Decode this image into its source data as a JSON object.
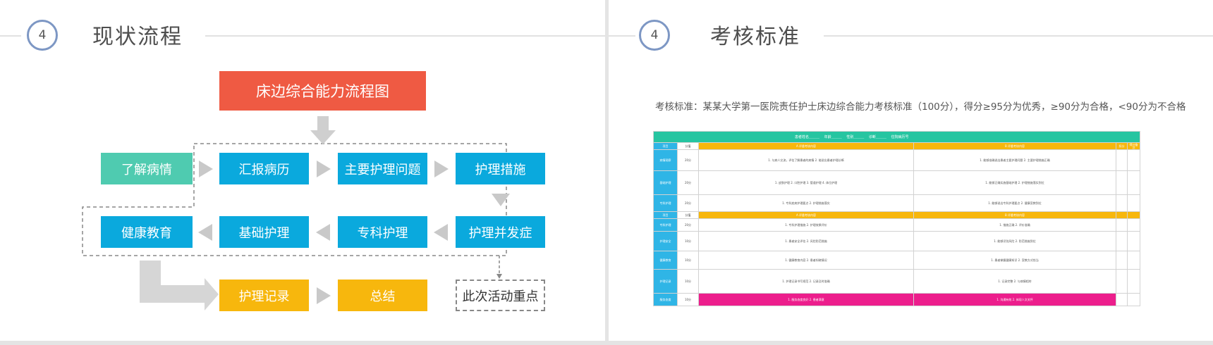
{
  "left": {
    "number": "4",
    "title": "现状流程",
    "flow_title": "床边综合能力流程图",
    "boxes": {
      "understand": "了解病情",
      "report": "汇报病历",
      "main_issue": "主要护理问题",
      "measures": "护理措施",
      "complication": "护理并发症",
      "specialty": "专科护理",
      "basic": "基础护理",
      "education": "健康教育",
      "record": "护理记录",
      "summary": "总结",
      "focus": "此次活动重点"
    }
  },
  "right": {
    "number": "4",
    "title": "考核标准",
    "standard": "考核标准：某某大学第一医院责任护士床边综合能力考核标准（100分），得分≥95分为优秀，≥90分为合格，<90分为不合格",
    "table": {
      "header": [
        "患者姓名",
        "年龄",
        "性别",
        "诊断",
        "住院病历号"
      ],
      "sections": [
        {
          "label": "项目",
          "score": "分值",
          "left": "A 评委考核内容",
          "right": "B 评委考核内容",
          "d": "扣分",
          "e": "得分备注"
        },
        {
          "label": "项目",
          "score": "分值",
          "left": "A 评委考核内容",
          "right": "B 评委考核内容",
          "d": "",
          "e": ""
        }
      ],
      "rows_a": [
        {
          "label": "病情观察",
          "score": "20分",
          "left": "1. 与病人交流，评估了解患者的病情 2. 能说出患者护理诊断",
          "right": "1. 能够准确说出患者主要护理问题 2. 主要护理措施正确"
        },
        {
          "label": "基础护理",
          "score": "20分",
          "left": "1. 皮肤护理 2. 口腔护理 3. 管道护理 4. 体位护理",
          "right": "1. 能够正确实施基础护理 2. 护理措施落实到位"
        },
        {
          "label": "专科护理",
          "score": "20分",
          "left": "1. 专科疾病护理要点 2. 护理措施落实",
          "right": "1. 能够说出专科护理要点 2. 健康宣教到位"
        }
      ],
      "rows_b": [
        {
          "label": "专科护理",
          "score": "20分",
          "left": "1. 专科护理措施 2. 护理效果评价",
          "right": "1. 措施正确 2. 评价准确"
        },
        {
          "label": "护理安全",
          "score": "10分",
          "left": "1. 患者安全评估 2. 风险防范措施",
          "right": "1. 能够识别风险 2. 防范措施到位"
        },
        {
          "label": "健康教育",
          "score": "10分",
          "left": "1. 健康教育内容 2. 患者知晓情况",
          "right": "1. 患者掌握健康知识 2. 宣教方式恰当"
        },
        {
          "label": "护理记录",
          "score": "10分",
          "left": "1. 护理记录书写规范 2. 记录及时准确",
          "right": "1. 记录完整 2. 与病情相符"
        },
        {
          "label": "服务态度",
          "score": "10分",
          "left": "1. 服务态度良好 2. 患者满意",
          "right": "1. 沟通有效 2. 体现人文关怀"
        }
      ]
    }
  }
}
